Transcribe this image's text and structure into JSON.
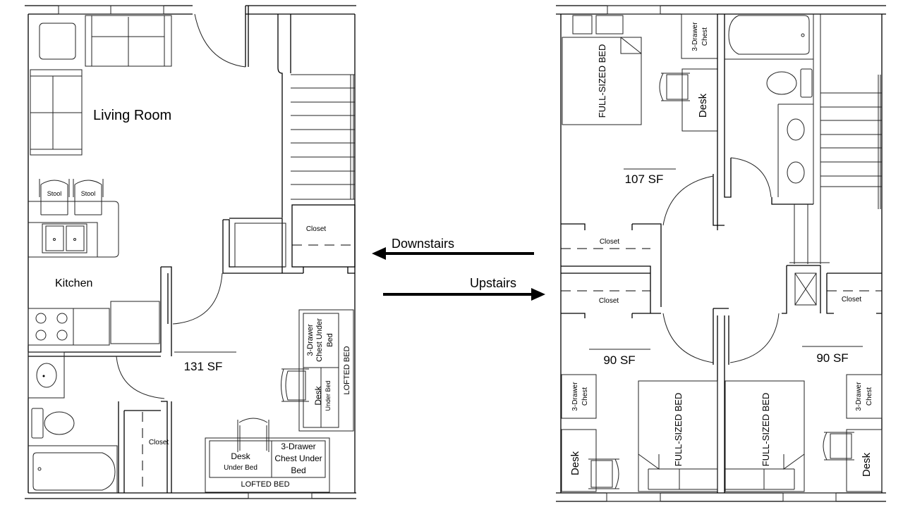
{
  "downstairs": {
    "rooms": {
      "living": "Living Room",
      "kitchen": "Kitchen",
      "area": "131 SF"
    },
    "stool": "Stool",
    "closet": "Closet",
    "loft_right": {
      "chest": [
        "3-Drawer",
        "Chest Under",
        "Bed"
      ],
      "desk": "Desk",
      "desk_sub": "Under Bed",
      "bed": "LOFTED BED"
    },
    "loft_bottom": {
      "desk": "Desk",
      "desk_sub": "Under Bed",
      "chest": [
        "3-Drawer",
        "Chest Under",
        "Bed"
      ],
      "bed": "LOFTED BED"
    }
  },
  "arrows": {
    "downstairs": "Downstairs",
    "upstairs": "Upstairs"
  },
  "upstairs": {
    "bed": "FULL-SIZED BED",
    "chest": [
      "3-Drawer",
      "Chest"
    ],
    "desk": "Desk",
    "closet": "Closet",
    "areas": {
      "top": "107 SF",
      "bottom_left": "90 SF",
      "bottom_right": "90 SF"
    }
  }
}
